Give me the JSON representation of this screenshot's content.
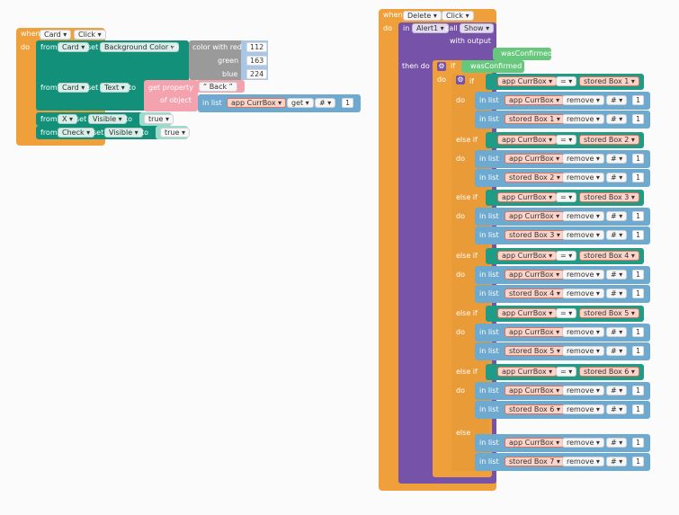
{
  "card_click": {
    "when": "when",
    "component": "Card",
    "event": "Click",
    "do": "do",
    "from": "from",
    "set": "set",
    "to": "to",
    "prop_bg": "Background Color",
    "color_with_red": "color with red",
    "green": "green",
    "blue": "blue",
    "red_val": "112",
    "green_val": "163",
    "blue_val": "224",
    "prop_text": "Text",
    "get_property": "get property",
    "of_object": "of object",
    "back_text": "Back",
    "in_list": "in list",
    "app_currbox": "app CurrBox",
    "get": "get",
    "hash": "#",
    "index_1": "1",
    "comp_x": "X",
    "comp_check": "Check",
    "prop_visible": "Visible",
    "true_val": "true"
  },
  "delete_click": {
    "when": "when",
    "component": "Delete",
    "event": "Click",
    "do": "do",
    "in": "in",
    "alert": "Alert1",
    "call": "call",
    "show": "Show",
    "with_output": "with output",
    "was_confirmed": "wasConfirmed",
    "then_do": "then do",
    "if": "if",
    "else_if": "else if",
    "else": "else",
    "eq": "=",
    "in_list": "in list",
    "app_currbox": "app CurrBox",
    "remove": "remove",
    "hash": "#",
    "index_1": "1",
    "boxes": [
      "stored Box 1",
      "stored Box 2",
      "stored Box 3",
      "stored Box 4",
      "stored Box 5",
      "stored Box 6",
      "stored Box 7"
    ]
  },
  "colors": {
    "event": "#f0a03a",
    "component": "#12907a",
    "color_block": "#9a9a9a",
    "list": "#6ea9cf",
    "text": "#f4a2ae",
    "control": "#7653a8",
    "variable": "#66c77d"
  }
}
